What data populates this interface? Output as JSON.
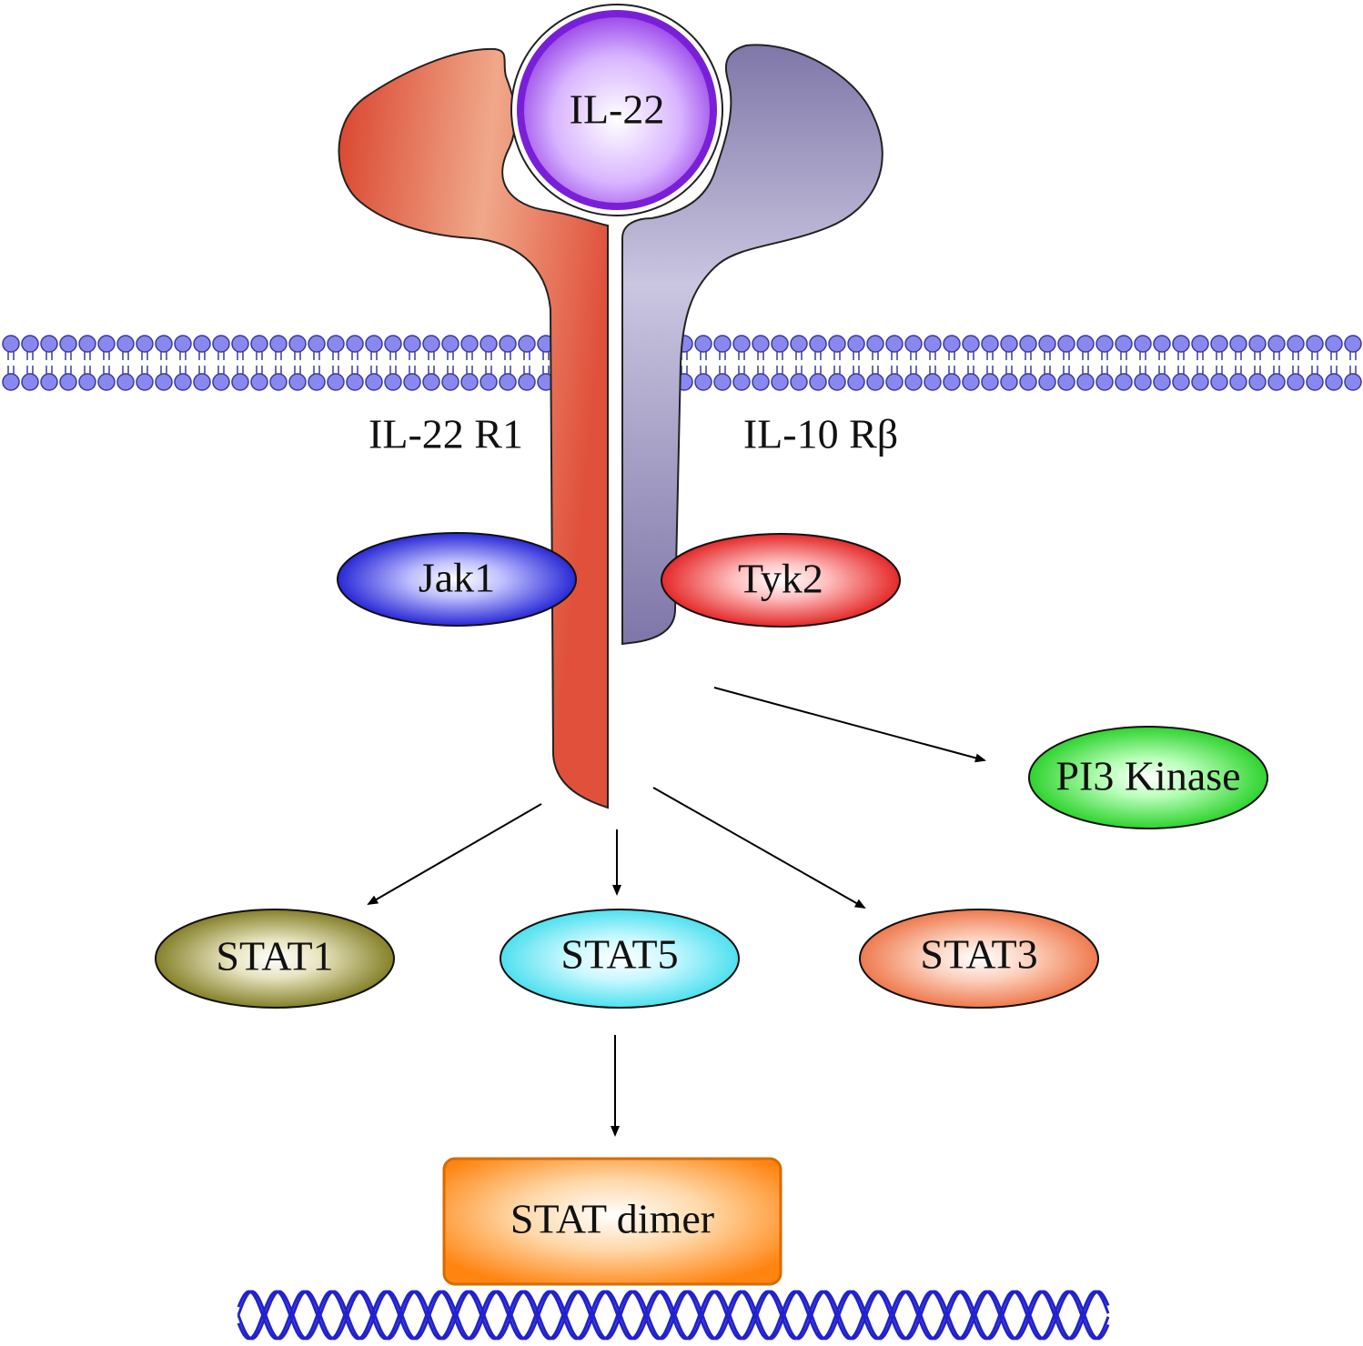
{
  "ligand": {
    "label": "IL-22",
    "color": "#8a2be2"
  },
  "receptors": {
    "r1": {
      "label": "IL-22 R1",
      "color": "#e0503a"
    },
    "r2": {
      "label": "IL-10 Rβ",
      "color": "#8a80b0"
    }
  },
  "kinases": {
    "jak1": {
      "label": "Jak1",
      "color": "#1010d0"
    },
    "tyk2": {
      "label": "Tyk2",
      "color": "#e01010"
    },
    "pi3k": {
      "label": "PI3 Kinase",
      "color": "#22dd22"
    }
  },
  "stats": {
    "stat1": {
      "label": "STAT1",
      "color": "#7a7410"
    },
    "stat5": {
      "label": "STAT5",
      "color": "#40e0ee"
    },
    "stat3": {
      "label": "STAT3",
      "color": "#f07040"
    }
  },
  "dimer": {
    "label": "STAT dimer",
    "color": "#ff8c1a"
  },
  "membrane_color": "#8888ee",
  "dna_color": "#2222cc",
  "edges": [
    {
      "from": "IL-22 R1",
      "to": "STAT1"
    },
    {
      "from": "IL-22 R1",
      "to": "STAT5"
    },
    {
      "from": "IL-22 R1",
      "to": "STAT3"
    },
    {
      "from": "IL-10 Rβ",
      "to": "PI3 Kinase"
    },
    {
      "from": "STAT5",
      "to": "STAT dimer"
    }
  ]
}
